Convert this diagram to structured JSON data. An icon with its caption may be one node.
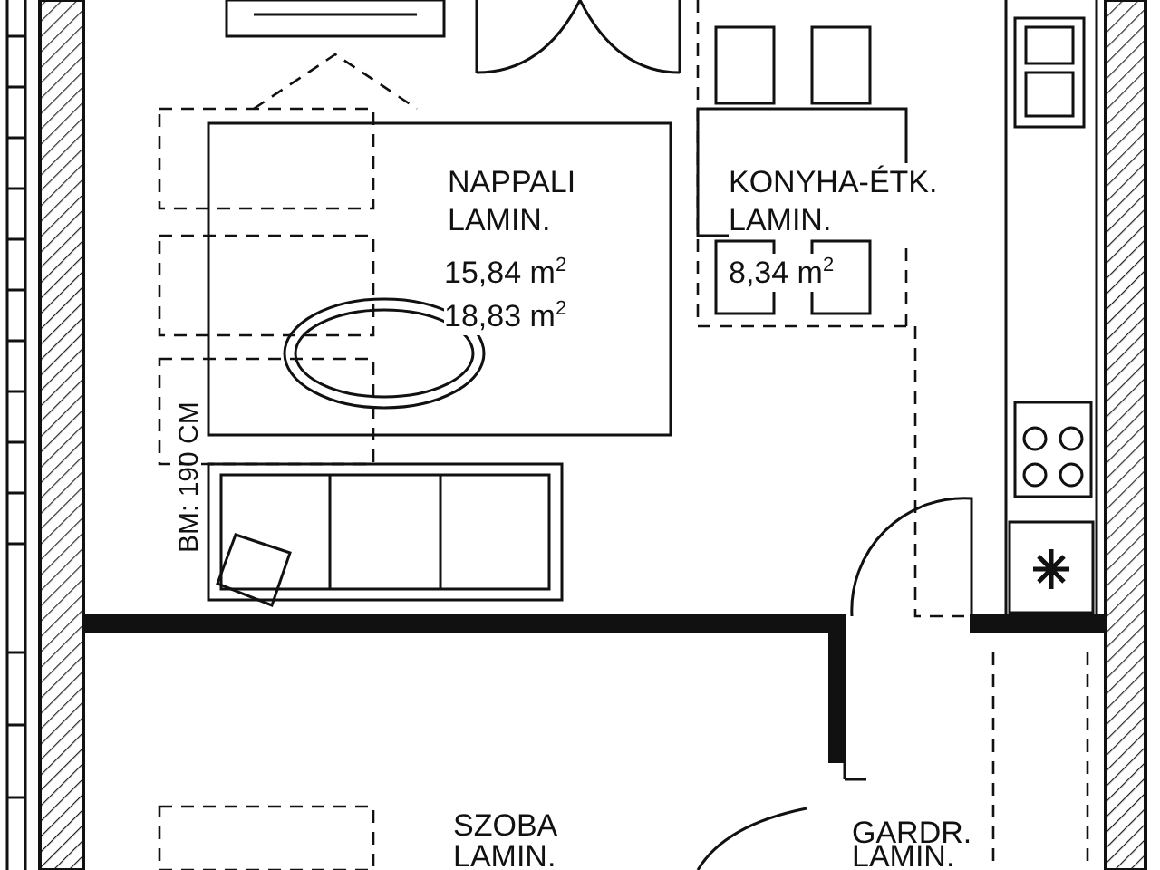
{
  "diagram": {
    "labels": [
      "NAPPALI LAMIN.",
      "15,84 m$^{2}$",
      "18,83 m$^{2}$",
      "KONYHA-ÉTK. LAMIN.",
      "8,34 m$^{2}$",
      "BM: 190 CM",
      "SZOBA",
      "LAMIN.",
      "GARDR.",
      "LAMIN."
    ]
  }
}
